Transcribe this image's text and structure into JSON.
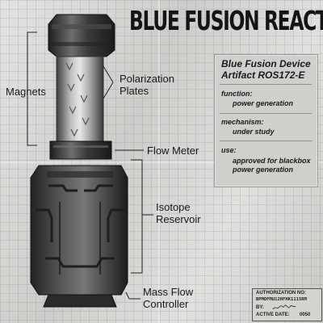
{
  "title": "BLUE FUSION REACTOR",
  "labels": {
    "magnets": "Magnets",
    "polarization_plates": "Polarization\nPlates",
    "flow_meter": "Flow Meter",
    "isotope_reservoir": "Isotope\nReservoir",
    "mass_flow_controller": "Mass Flow\nController"
  },
  "info": {
    "heading": "Blue Fusion Device\nArtifact ROS172-E",
    "function_label": "function:",
    "function_value": "power generation",
    "mechanism_label": "mechanism:",
    "mechanism_value": "under study",
    "use_label": "use:",
    "use_value": "approved for blackbox\npower generation"
  },
  "authorization": {
    "label": "AUTHORIZATION NO:",
    "code": "BPMOFMU12HFHK1115RM",
    "by_label": "BY:",
    "active_date_label": "ACTIVE DATE:",
    "active_date_value": "0050"
  },
  "colors": {
    "ink": "#141414",
    "paper": "#d9d9d6",
    "metal_dark": "#2e2e2e",
    "metal_light": "#8a8a88"
  }
}
